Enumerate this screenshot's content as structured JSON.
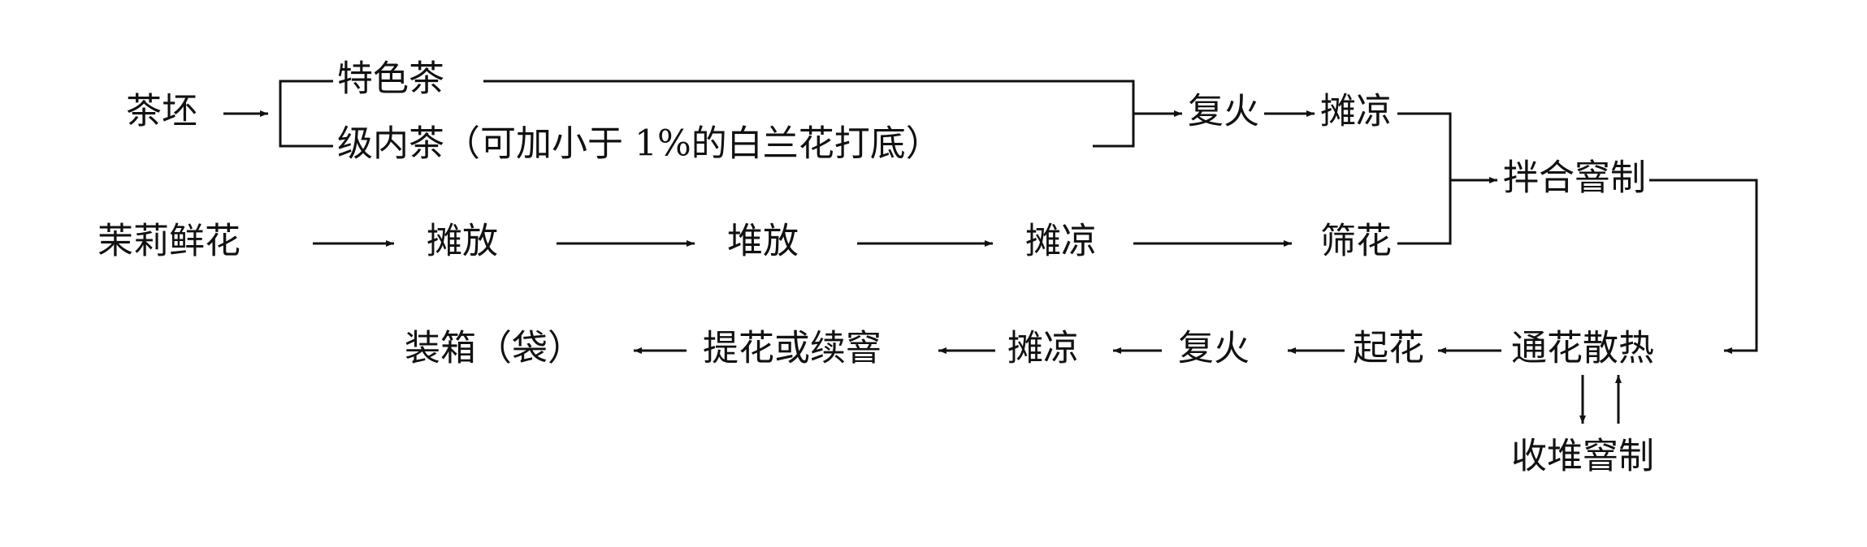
{
  "diagram": {
    "row1": {
      "source": "茶坯",
      "branch_top": "特色茶",
      "branch_bottom": "级内茶（可加小于 1%的白兰花打底）",
      "refire": "复火",
      "cool": "摊凉"
    },
    "row2": {
      "source": "茉莉鲜花",
      "spread": "摊放",
      "pile": "堆放",
      "cool": "摊凉",
      "sieve": "筛花"
    },
    "merge": "拌合窨制",
    "row3": {
      "ventilate": "通花散热",
      "remove_flower": "起花",
      "refire": "复火",
      "cool": "摊凉",
      "continue": "提花或续窨",
      "pack": "装箱（袋）"
    },
    "side": {
      "recollect": "收堆窨制"
    }
  }
}
